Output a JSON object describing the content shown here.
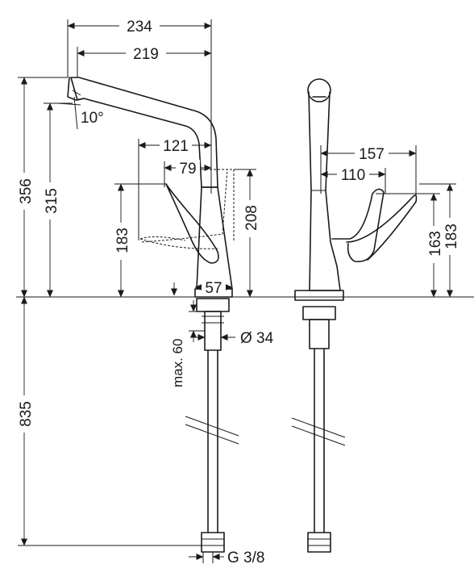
{
  "dimensions": {
    "overall_reach": "234",
    "spout_reach": "219",
    "swivel_angle": "10°",
    "lever_reach": "121",
    "lever_offset": "79",
    "overall_height": "356",
    "spout_height": "315",
    "lever_height": "183",
    "lever_top_height": "208",
    "base_width": "57",
    "shank_length": "max. 60",
    "bore_diameter": "Ø 34",
    "hose_length": "835",
    "thread": "G 3/8",
    "side_reach_outer": "157",
    "side_reach_inner": "110",
    "side_lever_height": "163",
    "side_lever_top": "183"
  }
}
